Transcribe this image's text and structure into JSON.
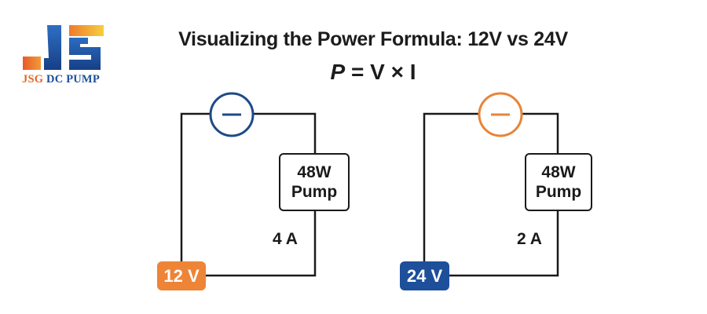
{
  "logo": {
    "brand_part1": "JSG",
    "brand_part2": "DC PUMP",
    "colors": {
      "orange": "#e8742c",
      "yellow": "#f5c63a",
      "blue": "#1d4f9a"
    }
  },
  "header": {
    "title": "Visualizing the Power Formula: 12V vs 24V",
    "formula_p": "P",
    "formula_rest": "= V × I"
  },
  "circuits": [
    {
      "voltage_label": "12 V",
      "voltage_color": "#ee8436",
      "meter_color": "#1f4a86",
      "meter_symbol": "minus",
      "pump_power": "48W",
      "pump_label": "Pump",
      "current_label": "4 A"
    },
    {
      "voltage_label": "24 V",
      "voltage_color": "#1d4f9a",
      "meter_color": "#e8843a",
      "meter_symbol": "minus",
      "pump_power": "48W",
      "pump_label": "Pump",
      "current_label": "2 A"
    }
  ]
}
